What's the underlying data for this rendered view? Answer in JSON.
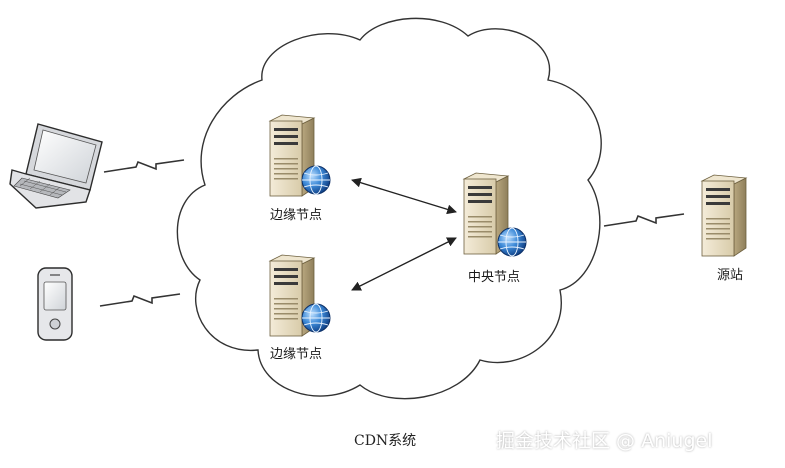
{
  "labels": {
    "edge_node_top": "边缘节点",
    "edge_node_bottom": "边缘节点",
    "central_node": "中央节点",
    "origin": "源站",
    "cloud_caption": "CDN系统"
  },
  "watermark": "掘金技术社区 @ Aniugel",
  "icons": {
    "laptop": "laptop-icon",
    "phone": "mobile-phone-icon",
    "server": "server-icon",
    "globe": "globe-icon",
    "link": "wireless-link-icon"
  },
  "colors": {
    "server_body": "#e7dcc4",
    "server_side": "#b9a983",
    "globe": "#2a6fc2",
    "line": "#333333"
  }
}
